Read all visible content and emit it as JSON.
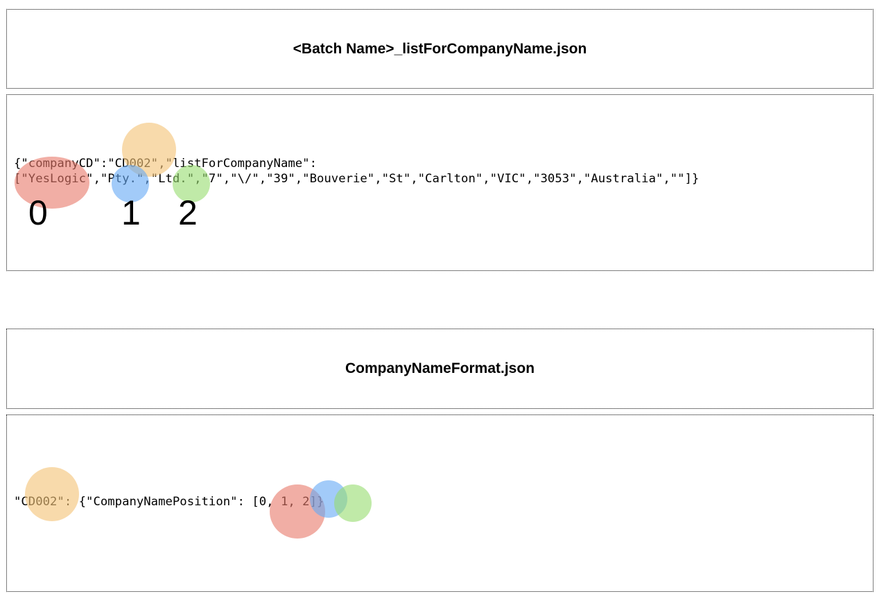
{
  "sections": [
    {
      "title": "<Batch Name>_listForCompanyName.json",
      "code_lines": [
        "{\"companyCD\":\"CD002\",\"listForCompanyName\":",
        "[\"YesLogic\",\"Pty.\",\"Ltd.\",\"7\",\"\\/\",\"39\",\"Bouverie\",\"St\",\"Carlton\",\"VIC\",\"3053\",\"Australia\",\"\"]}"
      ],
      "index_labels": [
        "0",
        "1",
        "2"
      ]
    },
    {
      "title": "CompanyNameFormat.json",
      "code_lines": [
        "\"CD002\": {\"CompanyNamePosition\": [0, 1, 2]}"
      ]
    }
  ],
  "colors": {
    "index_0": "#e87869",
    "index_1": "#64a8f5",
    "index_2": "#96dc6e",
    "company_cd": "#f4c478"
  }
}
